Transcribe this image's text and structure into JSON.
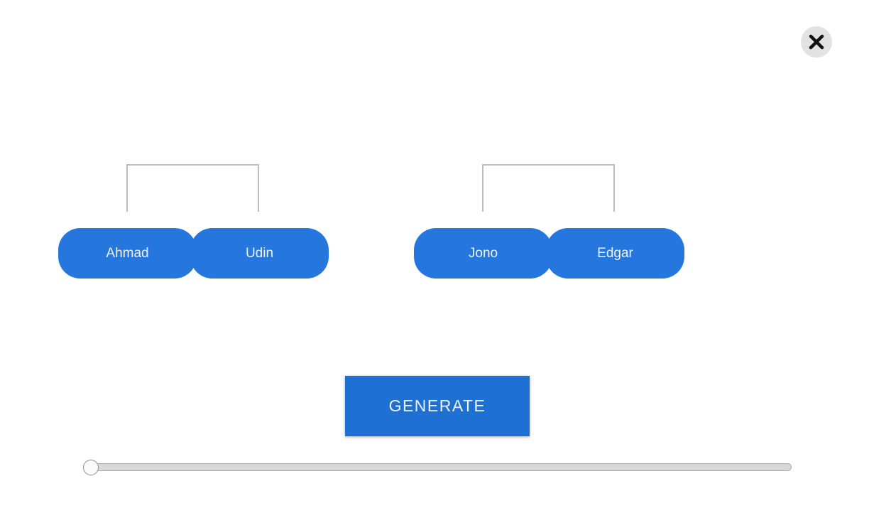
{
  "app": {
    "background_color": "#ffffff"
  },
  "close_button": {
    "icon": "close-icon",
    "background_color": "#e2e2e2",
    "glyph_color": "#111111"
  },
  "couples": [
    {
      "members": [
        "Ahmad",
        "Udin"
      ]
    },
    {
      "members": [
        "Jono",
        "Edgar"
      ]
    }
  ],
  "generate_button": {
    "label": "GENERATE",
    "background_color": "#1e70d2",
    "text_color": "#eef3f7"
  },
  "slider": {
    "value_percent": 0,
    "track_color": "#d9d9d9",
    "thumb_color": "#fafafa"
  },
  "colors": {
    "pill_blue": "#2577dd",
    "button_blue": "#1e70d2",
    "bracket_gray": "#bdbdbd",
    "pill_text": "#eef2f7"
  }
}
